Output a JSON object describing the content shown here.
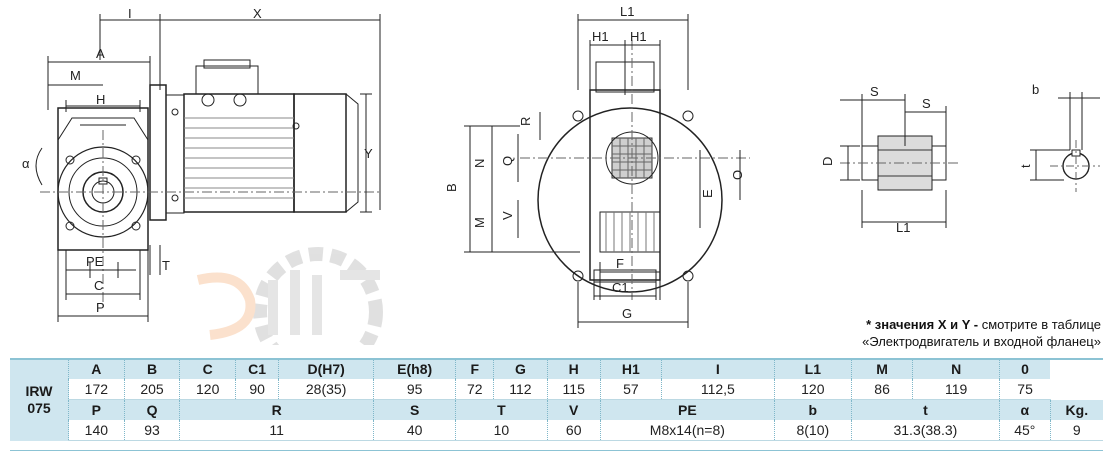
{
  "drawing_labels": {
    "front": [
      "I",
      "X",
      "A",
      "M",
      "H",
      "α",
      "PE",
      "C",
      "P",
      "T",
      "Y"
    ],
    "side": [
      "L1",
      "H1",
      "H1",
      "R",
      "B",
      "N",
      "Q",
      "M",
      "V",
      "E",
      "O",
      "F",
      "C1",
      "G"
    ],
    "shaft": [
      "S",
      "S",
      "D",
      "L1"
    ],
    "key": [
      "b",
      "t"
    ]
  },
  "note": {
    "bold": "* значения X и Y -",
    "line1_rest": " смотрите в таблице",
    "line2": "«Электродвигатель и входной фланец»"
  },
  "table": {
    "model": [
      "IRW",
      "075"
    ],
    "row1_headers": [
      "A",
      "B",
      "C",
      "C1",
      "D(H7)",
      "E(h8)",
      "F",
      "G",
      "H",
      "H1",
      "I",
      "L1",
      "M",
      "N",
      "0"
    ],
    "row1_values": [
      "172",
      "205",
      "120",
      "90",
      "28(35)",
      "95",
      "72",
      "112",
      "115",
      "57",
      "112,5",
      "120",
      "86",
      "119",
      "75"
    ],
    "row2_headers": [
      "P",
      "Q",
      "R",
      "S",
      "T",
      "V",
      "PE",
      "b",
      "t",
      "α",
      "Kg."
    ],
    "row2_values": [
      "140",
      "93",
      "11",
      "40",
      "10",
      "60",
      "M8x14(n=8)",
      "8(10)",
      "31.3(38.3)",
      "45°",
      "9"
    ]
  }
}
